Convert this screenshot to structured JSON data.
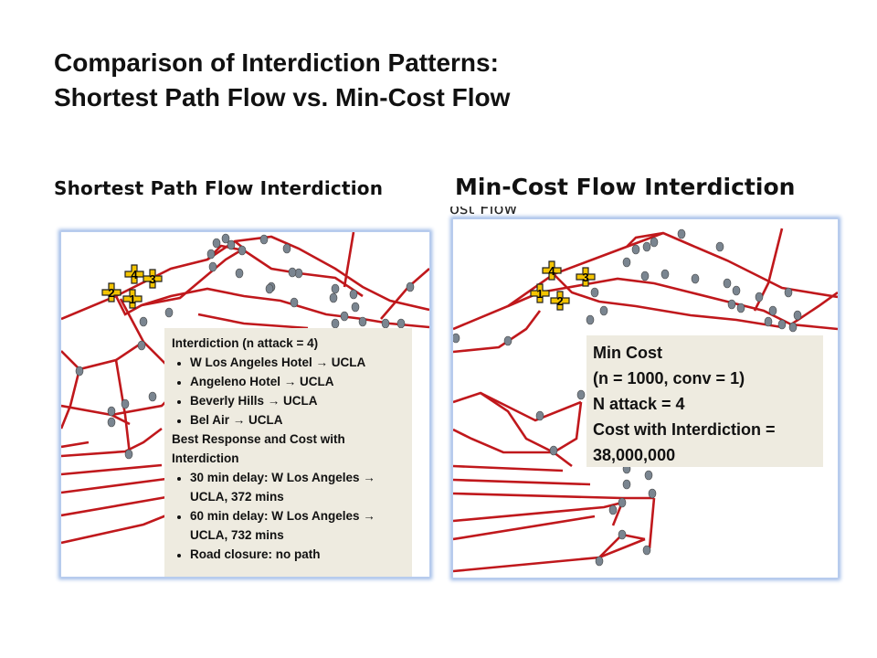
{
  "slide": {
    "title_line1": "Comparison of Interdiction Patterns:",
    "title_line2": "Shortest Path Flow vs. Min-Cost Flow",
    "subtitle_left": "Shortest Path Flow Interdiction",
    "subtitle_right": "Min-Cost Flow Interdiction",
    "cut_off_text": "ost Flow"
  },
  "left_panel": {
    "header": "Interdiction (n attack = 4)",
    "items": [
      "W Los Angeles Hotel → UCLA",
      "Angeleno Hotel → UCLA",
      "Beverly Hills → UCLA",
      "Bel Air → UCLA"
    ],
    "subheader": "Best Response and Cost with Interdiction",
    "results": [
      "30 min delay:  W Los Angeles → UCLA, 372 mins",
      "60 min delay: W Los Angeles → UCLA, 732 mins",
      "Road closure: no path"
    ]
  },
  "right_panel": {
    "lines": [
      "Min Cost",
      "(n = 1000, conv = 1)",
      "N attack = 4",
      "Cost with Interdiction =",
      "38,000,000"
    ]
  },
  "attack_markers_left": [
    "4",
    "3",
    "2",
    "1"
  ],
  "attack_markers_right": [
    "4",
    "3",
    "1",
    "2"
  ],
  "colors": {
    "road": "#c0181c",
    "node": "#7a8590",
    "marker": "#f4c400",
    "panel_bg": "#eeebe0",
    "frame": "#9db9e6"
  }
}
